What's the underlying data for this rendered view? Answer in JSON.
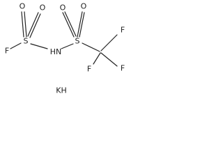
{
  "molecule": {
    "atoms": {
      "f_sulfonyl": "F",
      "s_left": "S",
      "o_left_1": "O",
      "o_left_2": "O",
      "n_imide": "N",
      "h_imide": "H",
      "s_right": "S",
      "o_right_1": "O",
      "o_right_2": "O",
      "c_cf3": "C",
      "f_cf3_1": "F",
      "f_cf3_2": "F",
      "f_cf3_3": "F"
    },
    "counter_ion": "KH"
  }
}
